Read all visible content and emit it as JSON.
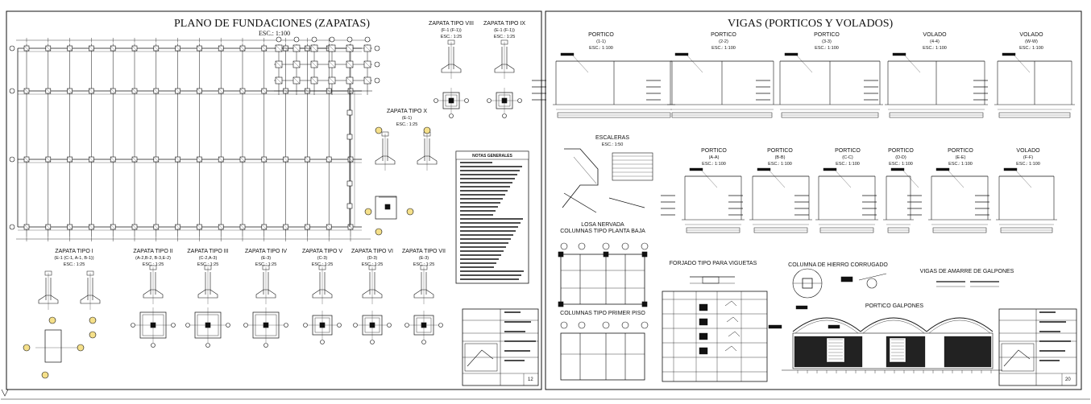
{
  "sheet_left": {
    "title": "PLANO DE FUNDACIONES (ZAPATAS)",
    "scale": "ESC.: 1:100",
    "zapatas_top": [
      {
        "name": "ZAPATA TIPO VIII",
        "ref": "(F-1 (F-1))",
        "scale": "ESC.: 1:25"
      },
      {
        "name": "ZAPATA TIPO IX",
        "ref": "(E-1 (F-1))",
        "scale": "ESC.: 1:25"
      }
    ],
    "zapata_x": {
      "name": "ZAPATA TIPO X",
      "ref": "(E-1)",
      "scale": "ESC.: 1:25"
    },
    "zapatas_bottom": [
      {
        "name": "ZAPATA TIPO I",
        "ref": "(E-1 (C-1, A-1, B-1))",
        "scale": "ESC.: 1:25"
      },
      {
        "name": "ZAPATA TIPO II",
        "ref": "(A-2,B-2, B-3,E-2)",
        "scale": "ESC.: 1:25"
      },
      {
        "name": "ZAPATA TIPO III",
        "ref": "(C-2,A-3)",
        "scale": "ESC.: 1:25"
      },
      {
        "name": "ZAPATA TIPO IV",
        "ref": "(E-3)",
        "scale": "ESC.: 1:25"
      },
      {
        "name": "ZAPATA TIPO V",
        "ref": "(C-3)",
        "scale": "ESC.: 1:25"
      },
      {
        "name": "ZAPATA TIPO VI",
        "ref": "(D-3)",
        "scale": "ESC.: 1:25"
      },
      {
        "name": "ZAPATA TIPO VII",
        "ref": "(E-3)",
        "scale": "ESC.: 1:25"
      }
    ],
    "notes_title": "NOTAS GENERALES",
    "sheet_number": "12"
  },
  "sheet_right": {
    "title": "VIGAS (PORTICOS Y VOLADOS)",
    "top_row": [
      {
        "name": "PORTICO",
        "ref": "(1-1)",
        "scale": "ESC.: 1:100"
      },
      {
        "name": "PORTICO",
        "ref": "(2-2)",
        "scale": "ESC.: 1:100"
      },
      {
        "name": "PORTICO",
        "ref": "(3-3)",
        "scale": "ESC.: 1:100"
      },
      {
        "name": "VOLADO",
        "ref": "(4-4)",
        "scale": "ESC.: 1:100"
      },
      {
        "name": "VOLADO",
        "ref": "(W-W)",
        "scale": "ESC.: 1:100"
      }
    ],
    "mid_row": [
      {
        "name": "PORTICO",
        "ref": "(A-A)",
        "scale": "ESC.: 1:100"
      },
      {
        "name": "PORTICO",
        "ref": "(B-B)",
        "scale": "ESC.: 1:100"
      },
      {
        "name": "PORTICO",
        "ref": "(C-C)",
        "scale": "ESC.: 1:100"
      },
      {
        "name": "PORTICO",
        "ref": "(D-D)",
        "scale": "ESC.: 1:100"
      },
      {
        "name": "PORTICO",
        "ref": "(E-E)",
        "scale": "ESC.: 1:100"
      },
      {
        "name": "VOLADO",
        "ref": "(F-F)",
        "scale": "ESC.: 1:100"
      }
    ],
    "escaleras": {
      "name": "ESCALERAS",
      "scale": "ESC.: 1:50"
    },
    "losa_label": "LOSA NERVADA",
    "columnas_planta_baja": "COLUMNAS TIPO PLANTA BAJA",
    "columnas_primer_piso": "COLUMNAS TIPO PRIMER PISO",
    "forjado": "FORJADO TIPO PARA VIGUETAS",
    "galpon_section": "PORTICO GALPONES",
    "galpon_vigas": "VIGAS DE AMARRE DE GALPONES",
    "columna_hierro": "COLUMNA DE HIERRO CORRUGADO",
    "sheet_number": "20"
  }
}
